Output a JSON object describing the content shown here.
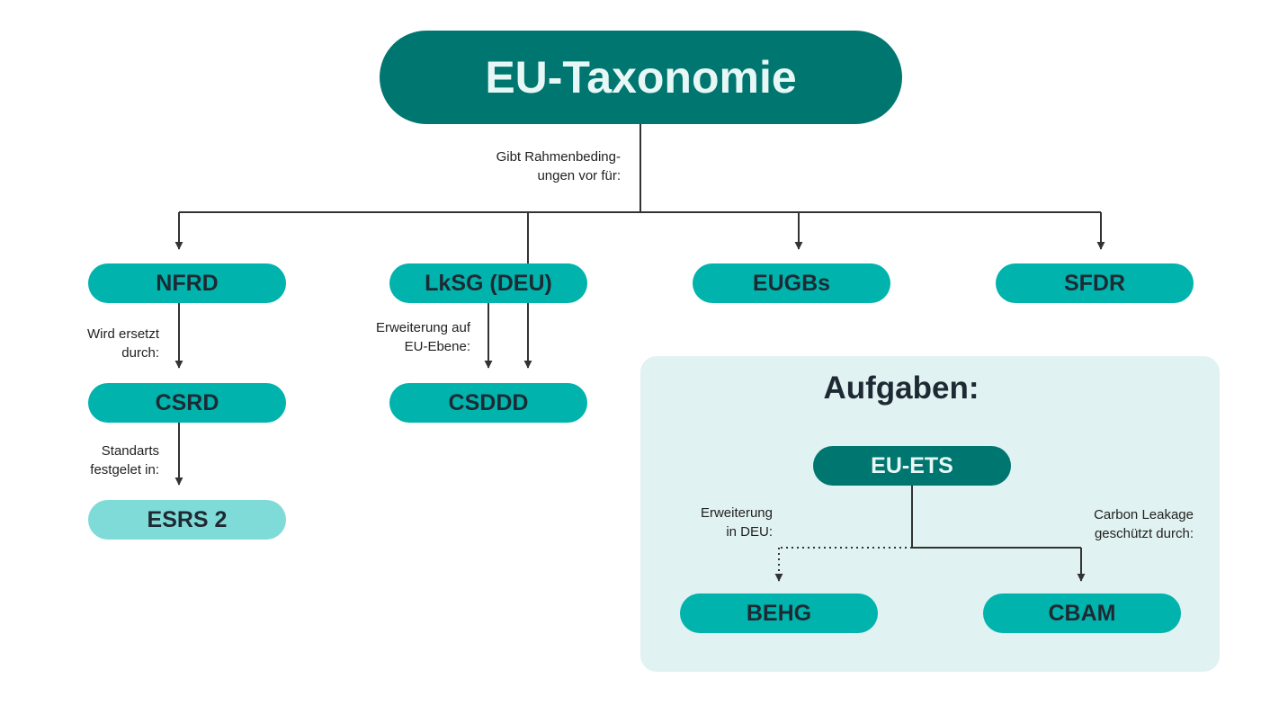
{
  "title": "EU-Taxonomie",
  "root_label": [
    "Gibt Rahmenbeding-",
    "ungen vor für:"
  ],
  "nodes": {
    "nfrd": "NFRD",
    "lksg": "LkSG (DEU)",
    "eugbs": "EUGBs",
    "sfdr": "SFDR",
    "csrd": "CSRD",
    "csddd": "CSDDD",
    "esrs": "ESRS 2",
    "eu_ets": "EU-ETS",
    "behg": "BEHG",
    "cbam": "CBAM"
  },
  "edge_labels": {
    "nfrd_csrd": [
      "Wird ersetzt",
      "durch:"
    ],
    "csrd_esrs": [
      "Standarts",
      "festgelet in:"
    ],
    "lksg_csddd": [
      "Erweiterung auf",
      "EU-Ebene:"
    ],
    "ets_behg": [
      "Erweiterung",
      "in DEU:"
    ],
    "ets_cbam": [
      "Carbon Leakage",
      "geschützt durch:"
    ]
  },
  "panel_title": "Aufgaben:",
  "colors": {
    "dark_teal": "#007670",
    "teal": "#00b3ad",
    "light_teal": "#7fdbd8",
    "panel_bg": "#e0f2f1",
    "line": "#333333"
  }
}
